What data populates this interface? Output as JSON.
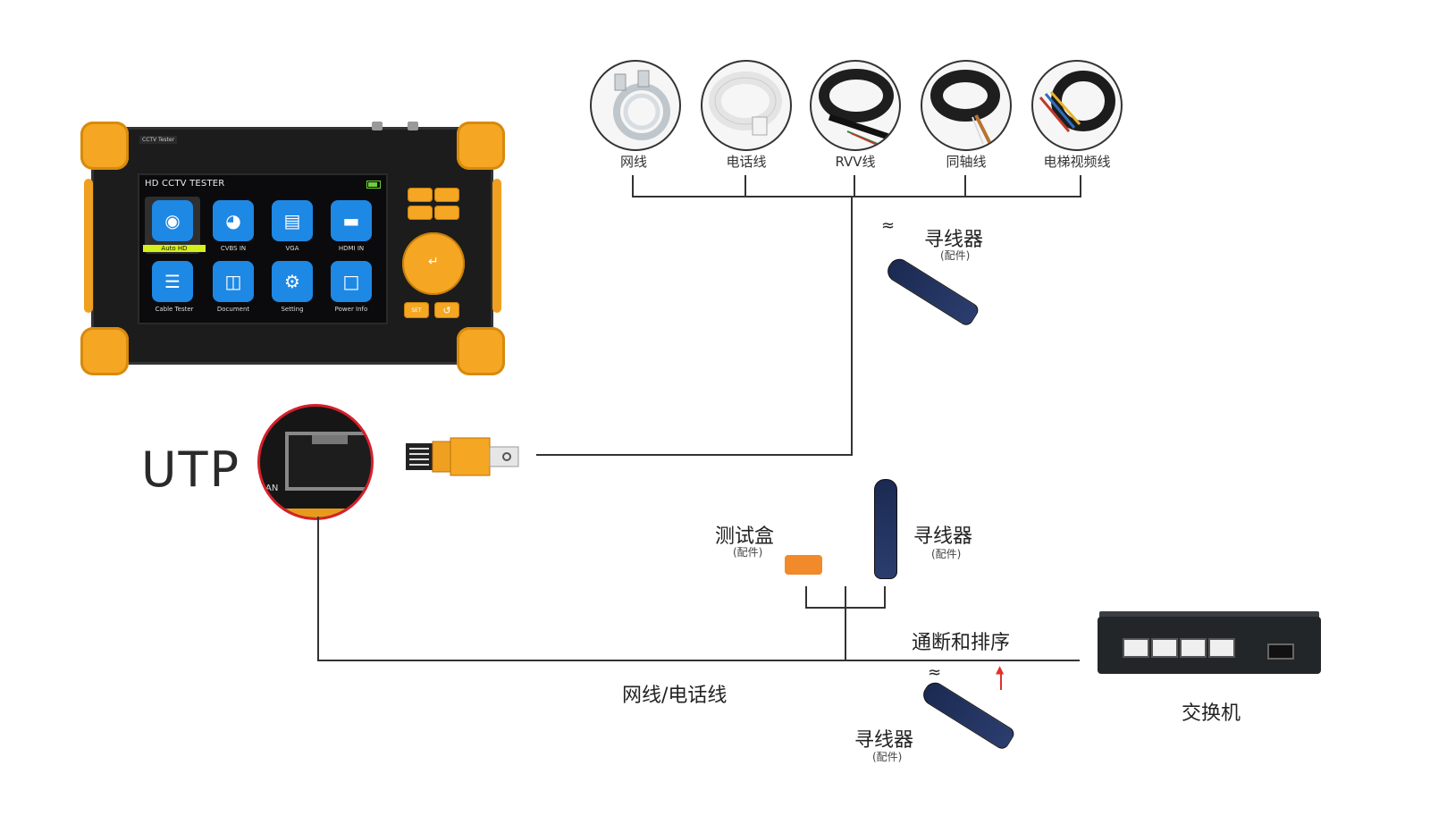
{
  "device": {
    "brand": "CCTV Tester",
    "screen_title": "HD CCTV TESTER",
    "apps": [
      {
        "label": "Auto HD",
        "icon": "camera-icon",
        "selected": true
      },
      {
        "label": "CVBS IN",
        "icon": "dome-camera-icon",
        "selected": false
      },
      {
        "label": "VGA",
        "icon": "vga-icon",
        "selected": false
      },
      {
        "label": "HDMI IN",
        "icon": "hdmi-icon",
        "selected": false
      },
      {
        "label": "Cable Tester",
        "icon": "cable-icon",
        "selected": false
      },
      {
        "label": "Document",
        "icon": "folder-icon",
        "selected": false
      },
      {
        "label": "Setting",
        "icon": "gear-icon",
        "selected": false
      },
      {
        "label": "Power Info",
        "icon": "power-icon",
        "selected": false
      }
    ],
    "buttons": {
      "set": "SET"
    }
  },
  "cables": [
    {
      "label": "网线",
      "icon": "network-cable-icon"
    },
    {
      "label": "电话线",
      "icon": "phone-cable-icon"
    },
    {
      "label": "RVV线",
      "icon": "rvv-cable-icon"
    },
    {
      "label": "同轴线",
      "icon": "coax-cable-icon"
    },
    {
      "label": "电梯视频线",
      "icon": "elevator-cable-icon"
    }
  ],
  "tracer_top": {
    "label": "寻线器",
    "sub": "(配件)"
  },
  "test_box": {
    "label": "测试盒",
    "sub": "(配件)"
  },
  "tracer_mid": {
    "label": "寻线器",
    "sub": "(配件)"
  },
  "tracer_bottom": {
    "label": "寻线器",
    "sub": "(配件)"
  },
  "utp_label": "UTP",
  "port_label": "AN",
  "line_label": "网线/电话线",
  "continuity_label": "通断和排序",
  "switch_label": "交换机",
  "colors": {
    "accent": "#f5a623",
    "screen_app": "#1e88e5",
    "highlight": "#d6f01b",
    "zoom_ring": "#d6202a"
  }
}
